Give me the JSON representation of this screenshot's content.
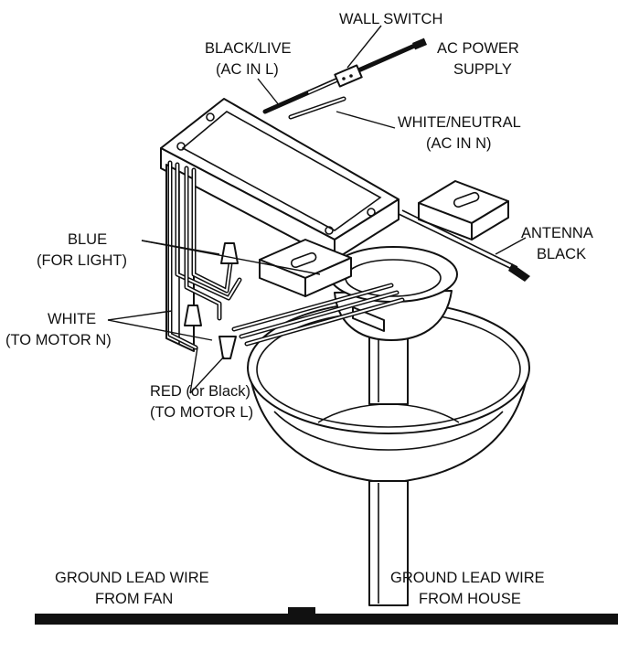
{
  "labels": {
    "wall_switch": "WALL SWITCH",
    "black_live_1": "BLACK/LIVE",
    "black_live_2": "(AC IN L)",
    "ac_power_1": "AC POWER",
    "ac_power_2": "SUPPLY",
    "white_neutral_1": "WHITE/NEUTRAL",
    "white_neutral_2": "(AC IN N)",
    "antenna_1": "ANTENNA",
    "antenna_2": "BLACK",
    "blue_1": "BLUE",
    "blue_2": "(FOR LIGHT)",
    "white_motor_1": "WHITE",
    "white_motor_2": "(TO MOTOR N)",
    "red_1": "RED (or Black)",
    "red_2": "(TO MOTOR L)",
    "ground_fan_1": "GROUND LEAD WIRE",
    "ground_fan_2": "FROM FAN",
    "ground_house_1": "GROUND LEAD WIRE",
    "ground_house_2": "FROM HOUSE"
  }
}
